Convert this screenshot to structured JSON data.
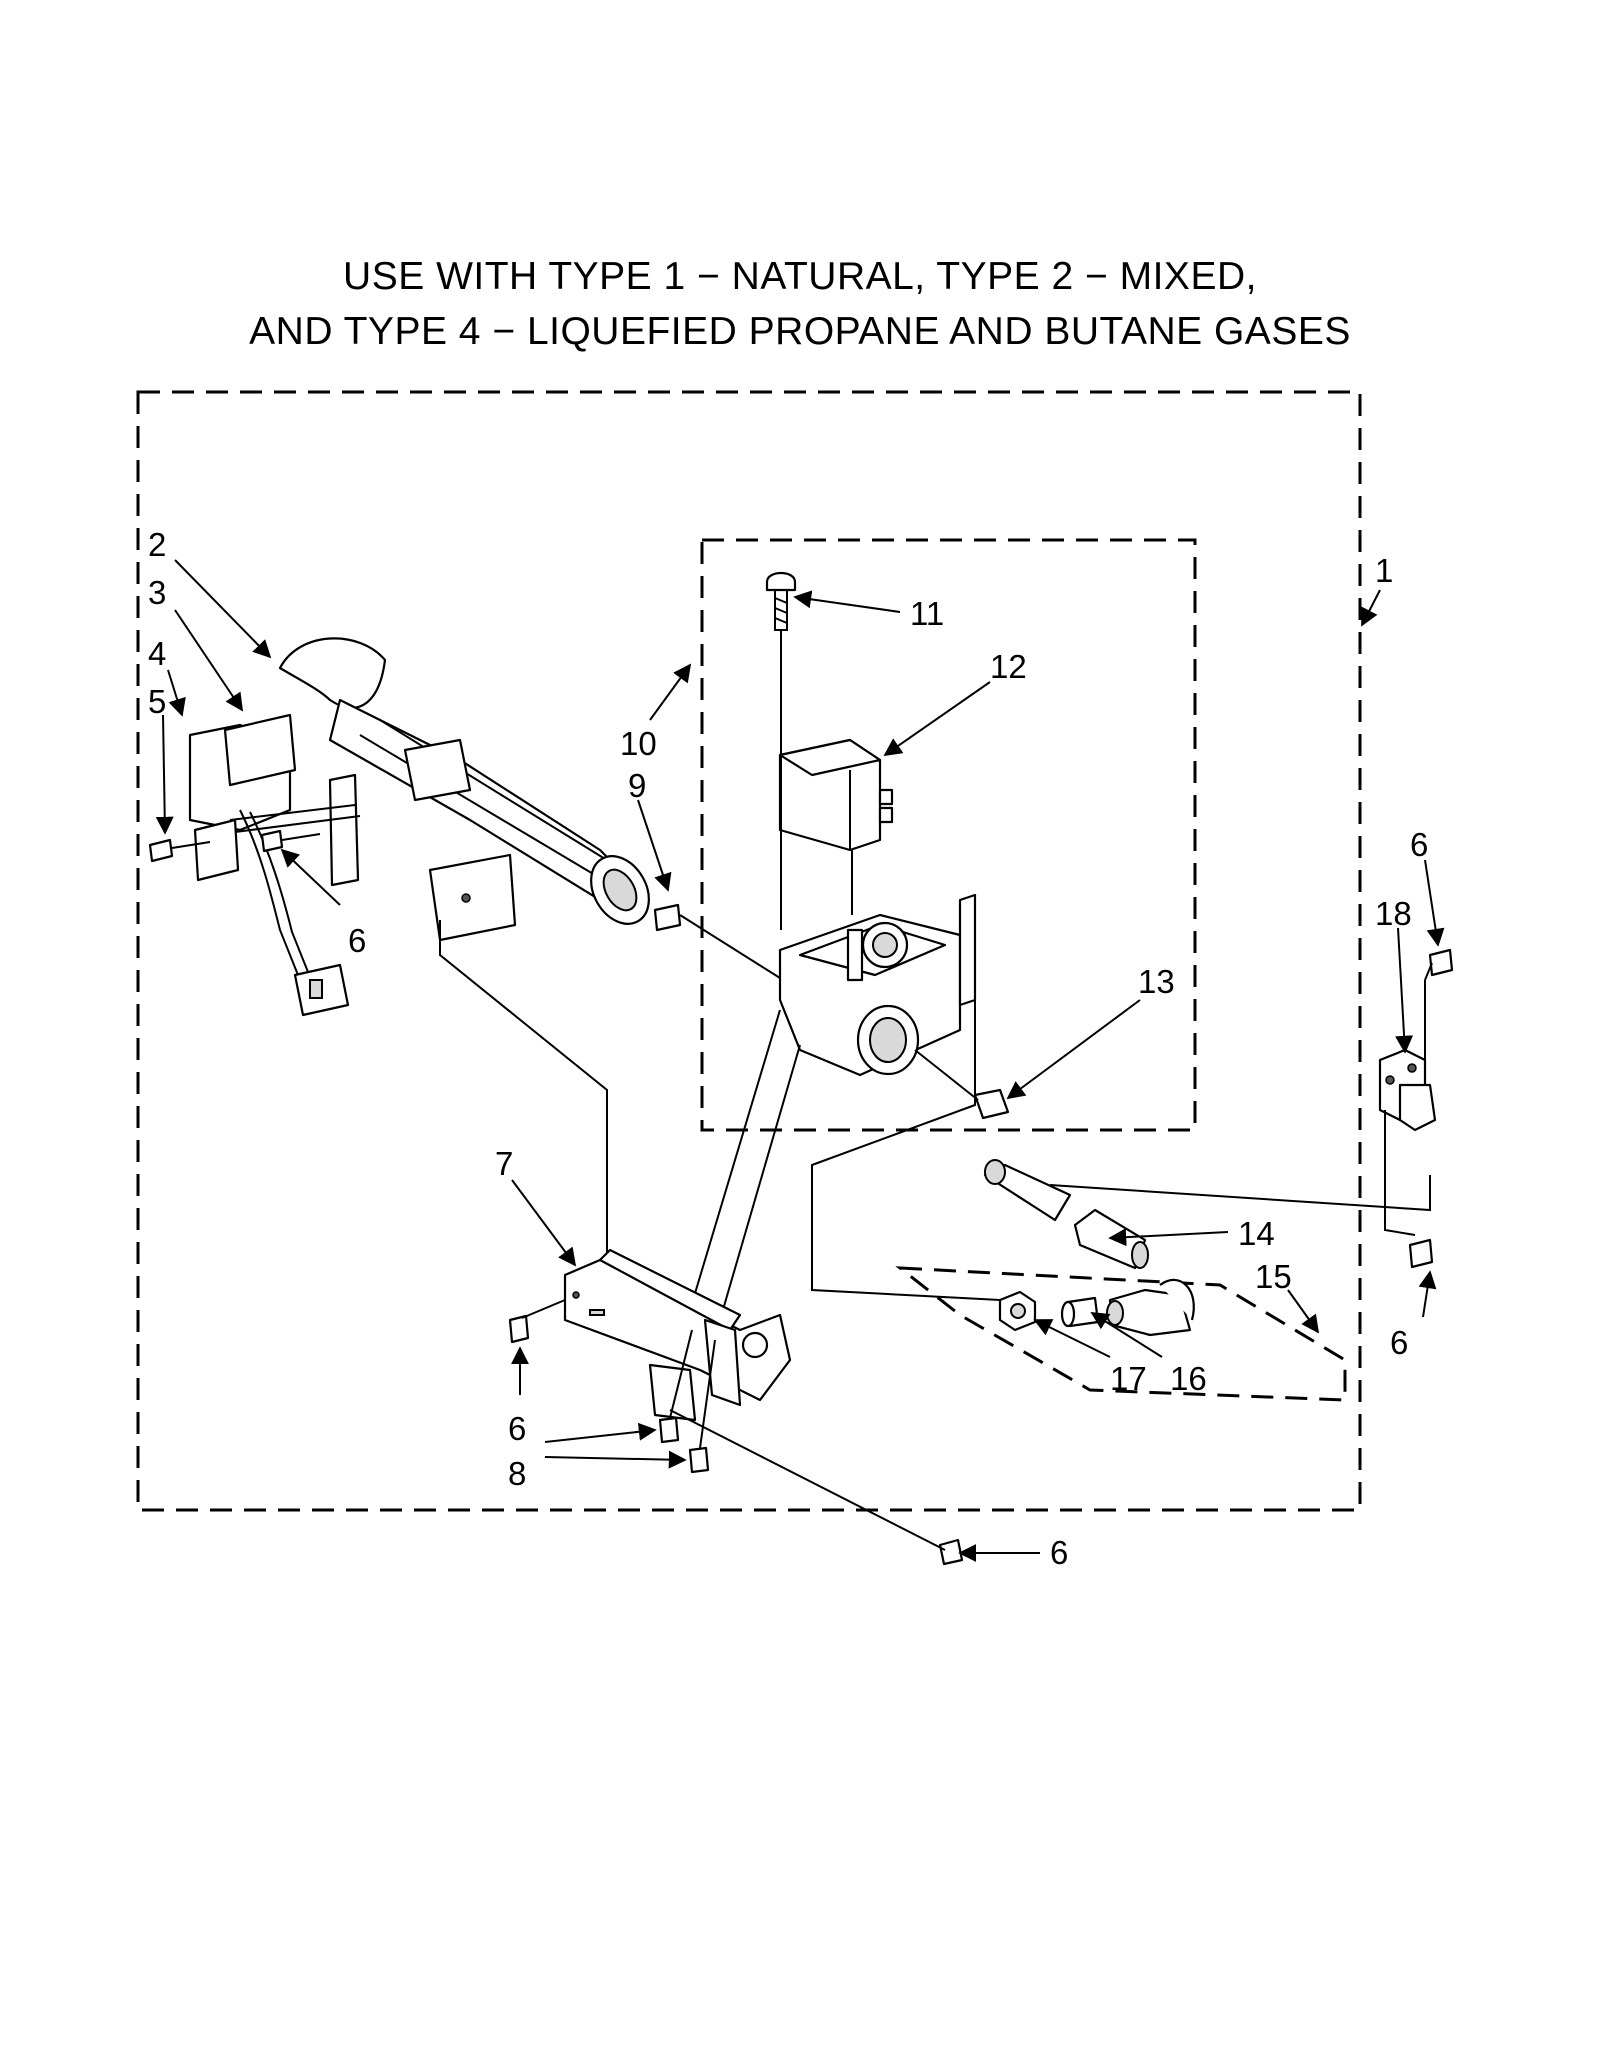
{
  "title": {
    "line1": "USE WITH TYPE 1 − NATURAL, TYPE 2 − MIXED,",
    "line2": "AND TYPE 4 − LIQUEFIED PROPANE AND BUTANE GASES"
  },
  "callouts": {
    "c1": "1",
    "c2": "2",
    "c3": "3",
    "c4": "4",
    "c5": "5",
    "c6_left": "6",
    "c6_right_top": "6",
    "c6_right_bottom": "6",
    "c6_bottom_left": "6",
    "c6_bottom": "6",
    "c7": "7",
    "c8": "8",
    "c9": "9",
    "c10": "10",
    "c11": "11",
    "c12": "12",
    "c13": "13",
    "c14": "14",
    "c15": "15",
    "c16": "16",
    "c17": "17",
    "c18": "18"
  }
}
